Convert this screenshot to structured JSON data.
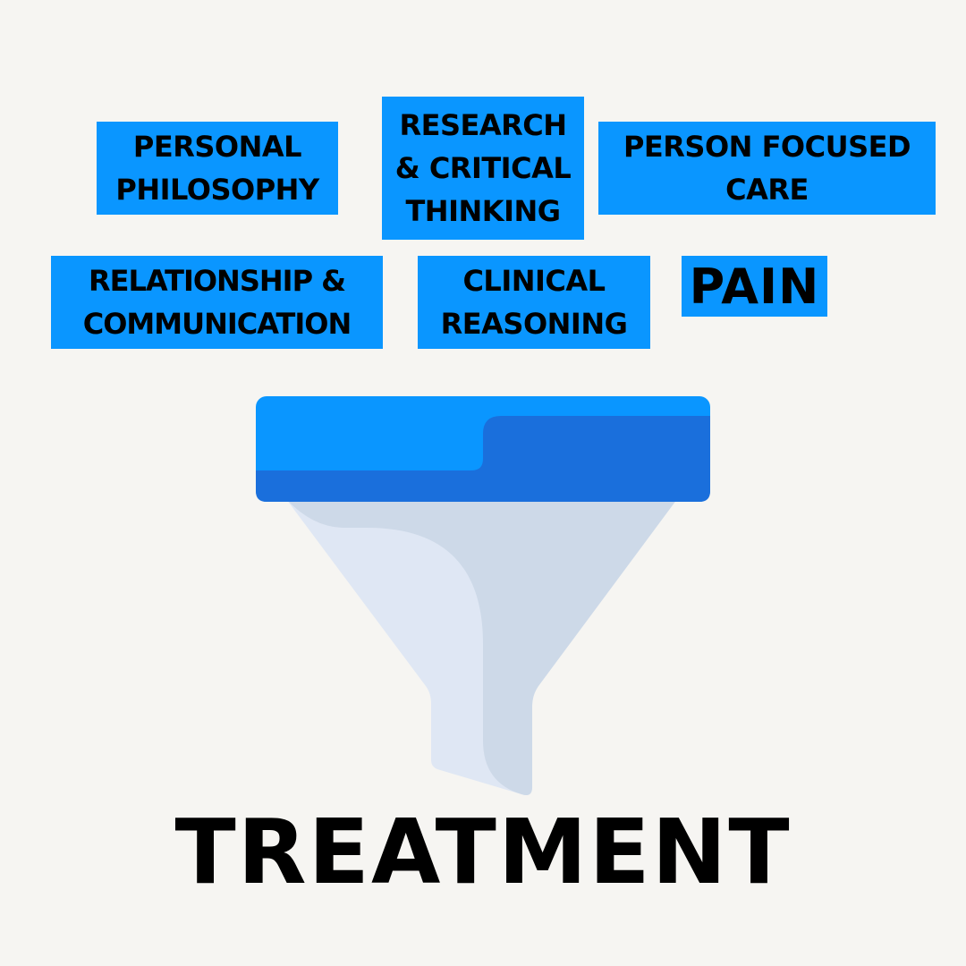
{
  "labels": {
    "personal_philosophy": [
      "PERSONAL",
      "PHILOSOPHY"
    ],
    "research_critical_thinking": [
      "RESEARCH",
      "& CRITICAL",
      "THINKING"
    ],
    "person_focused_care": [
      "PERSON FOCUSED",
      "CARE"
    ],
    "relationship_communication": [
      "RELATIONSHIP &",
      "COMMUNICATION"
    ],
    "clinical_reasoning": [
      "CLINICAL",
      "REASONING"
    ],
    "pain": [
      "PAIN"
    ]
  },
  "result": "TREATMENT",
  "colors": {
    "background": "#f6f5f2",
    "label_fill": "#0a96ff",
    "funnel_top_light": "#0a96ff",
    "funnel_top_dark": "#1a6fdc",
    "funnel_body_light": "#dfe7f4",
    "funnel_body_shadow": "#cdd9e8"
  },
  "icon": "funnel-icon"
}
